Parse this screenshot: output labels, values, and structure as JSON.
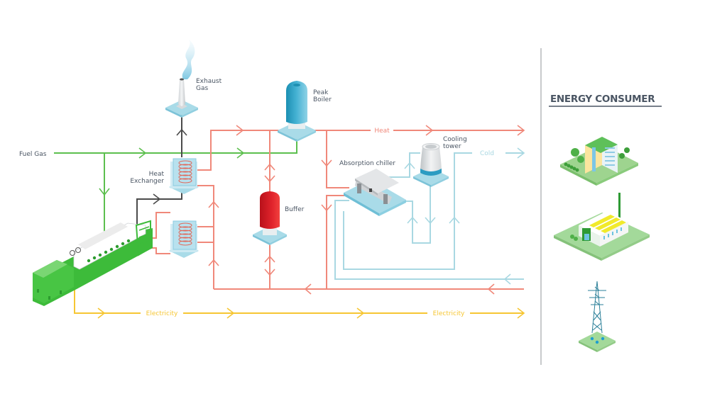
{
  "diagram": {
    "labels": {
      "fuel_gas": "Fuel Gas",
      "exhaust_gas_line1": "Exhaust",
      "exhaust_gas_line2": "Gas",
      "heat_exchanger_line1": "Heat",
      "heat_exchanger_line2": "Exchanger",
      "peak_boiler_line1": "Peak",
      "peak_boiler_line2": "Boiler",
      "buffer": "Buffer",
      "absorption_chiller": "Absorption chiller",
      "cooling_tower_line1": "Cooling",
      "cooling_tower_line2": "tower"
    },
    "flows": {
      "heat": "Heat",
      "cold": "Cold",
      "electricity_1": "Electricity",
      "electricity_2": "Electricity"
    },
    "consumer": {
      "title": "ENERGY CONSUMER",
      "items": [
        {
          "icon": "office-building-icon",
          "name": "Office building"
        },
        {
          "icon": "factory-icon",
          "name": "Industrial plant"
        },
        {
          "icon": "power-pylon-icon",
          "name": "Power grid"
        }
      ]
    },
    "colors": {
      "fuel_gas": "#5cbf4e",
      "exhaust": "#4b4b4b",
      "heat": "#f0887a",
      "cold": "#a9d8e2",
      "electricity": "#f6c633",
      "text": "#4a5563",
      "engine": "#3dbb3a"
    }
  }
}
